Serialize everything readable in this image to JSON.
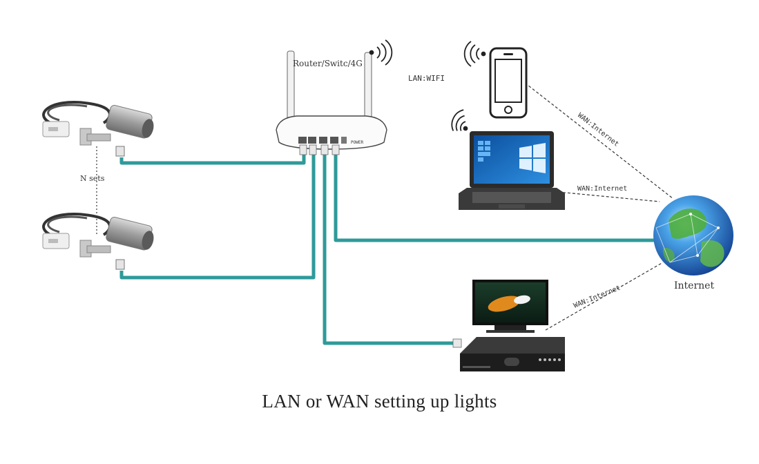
{
  "labels": {
    "router": "Router/Switc/4G",
    "lan_wifi": "LAN:WIFI",
    "n_sets": "N sets",
    "wan_phone": "WAN:Internet",
    "wan_laptop": "WAN:Internet",
    "wan_dvr": "WAN:Internet",
    "internet": "Internet",
    "power": "POWER"
  },
  "caption": "LAN or WAN setting up lights",
  "colors": {
    "cable": "#2f9a9a",
    "dashed": "#333333",
    "globe": "#2a6fc9",
    "camera": "#a9a9a9"
  }
}
